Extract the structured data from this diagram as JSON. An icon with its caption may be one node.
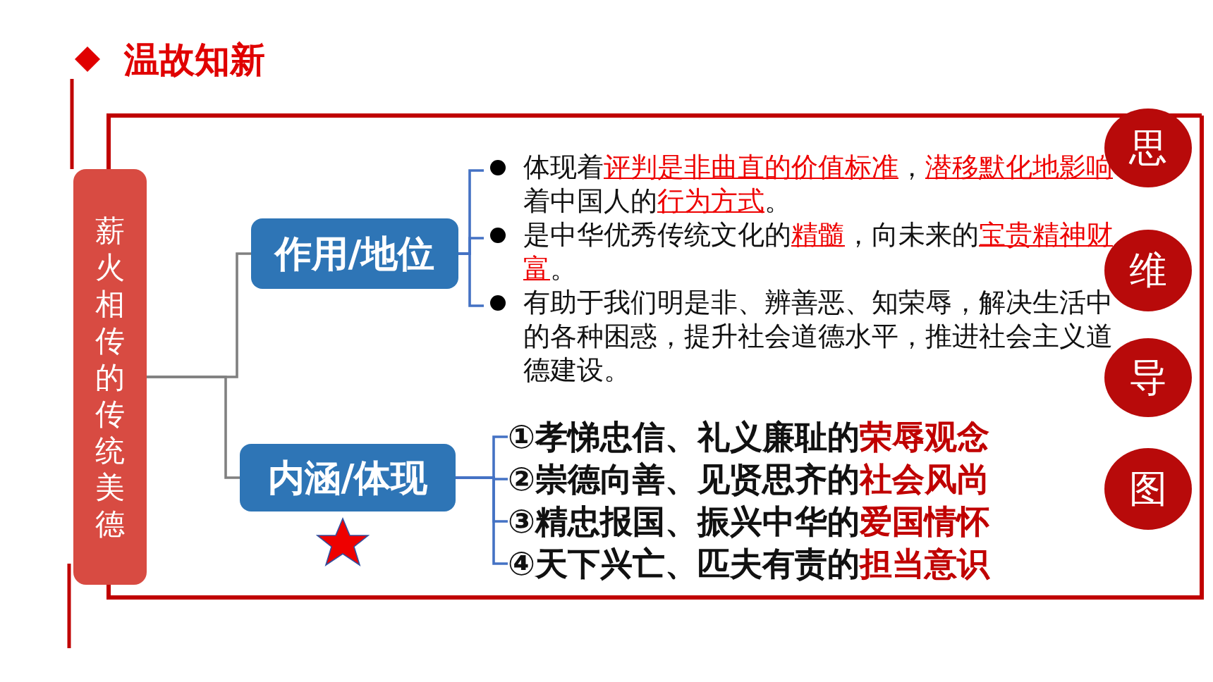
{
  "diagram": {
    "title": "温故知新",
    "nodes": [
      {
        "text": [
          "薪火相传的传统美德"
        ]
      },
      {
        "text": [
          "作用/地位"
        ]
      },
      {
        "text": [
          "内涵/体现"
        ]
      },
      {
        "text": [
          "体现着**评判是非曲直的价值标准**，**潜移默化地影响**着中国人的**行为方式**。"
        ]
      },
      {
        "text": [
          "是中华优秀传统文化的**精髓**，向未来的**宝贵精神财富**。"
        ]
      },
      {
        "text": [
          "有助于我们明是非、辨善恶、知荣辱，解决生活中的各种困惑，提升社会道德水平，推进社会主义道德建设。"
        ]
      },
      {
        "text": [
          "①孝悌忠信、礼义廉耻的**荣辱观念**"
        ]
      },
      {
        "text": [
          "②崇德向善、见贤思齐的**社会风尚**"
        ]
      },
      {
        "text": [
          "③精忠报国、振兴中华的**爱国情怀**"
        ]
      },
      {
        "text": [
          "④天下兴亡、匹夫有责的**担当意识**"
        ]
      },
      {
        "text": [
          "思"
        ]
      },
      {
        "text": [
          "维"
        ]
      },
      {
        "text": [
          "导"
        ]
      },
      {
        "text": [
          "图"
        ]
      }
    ],
    "edges": [
      {
        "from": 0,
        "to": 1,
        "arrow": "none",
        "color": "#808080"
      },
      {
        "from": 0,
        "to": 2,
        "arrow": "none",
        "color": "#808080"
      },
      {
        "from": 1,
        "to": 3,
        "arrow": "none"
      },
      {
        "from": 1,
        "to": 4,
        "arrow": "none"
      },
      {
        "from": 1,
        "to": 5,
        "arrow": "none"
      },
      {
        "from": 2,
        "to": 6,
        "arrow": "none"
      },
      {
        "from": 2,
        "to": 7,
        "arrow": "none"
      },
      {
        "from": 2,
        "to": 8,
        "arrow": "none"
      },
      {
        "from": 2,
        "to": 9,
        "arrow": "none"
      }
    ]
  }
}
